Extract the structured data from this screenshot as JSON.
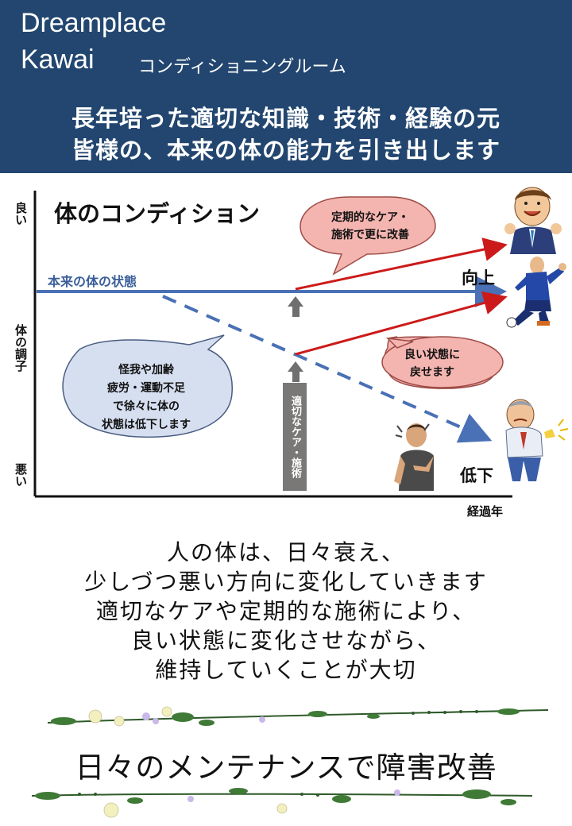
{
  "header": {
    "brand_line1": "Dreamplace",
    "brand_line2": "Kawai",
    "brand_sub": "コンディショニングルーム",
    "tagline_1": "長年培った適切な知識・技術・経験の元",
    "tagline_2": "皆様の、本来の体の能力を引き出します"
  },
  "diagram": {
    "title": "体のコンディション",
    "y_top": "良い",
    "y_mid": "体の調子",
    "y_bottom": "悪い",
    "x_label": "経過年",
    "ideal_label": "本来の体の状態",
    "up_label": "向上",
    "down_label": "低下",
    "bubble_regular": "定期的なケア・施術で更に改善",
    "bubble_regular_l1": "定期的なケア・",
    "bubble_regular_l2": "施術で更に改善",
    "bubble_good_l1": "良い状態に",
    "bubble_good_l2": "戻せます",
    "bubble_decline_l1": "怪我や加齢",
    "bubble_decline_l2": "疲労・運動不足",
    "bubble_decline_l3": "で徐々に体の",
    "bubble_decline_l4": "状態は低下します",
    "care_box": "適切なケア・施術",
    "colors": {
      "ideal_line": "#4a70b5",
      "improve_line": "#cc1a1a",
      "red_bubble": "#f4b5b0",
      "blue_bubble": "#d6dff0",
      "arrow_gray": "#6f6f6f"
    },
    "figure_icons": [
      "cheering-businessman-icon",
      "soccer-player-celebrating-icon",
      "man-with-back-pain-icon",
      "man-with-chest-pain-icon"
    ]
  },
  "message": {
    "line1": "人の体は、日々衰え、",
    "line2": "少しづつ悪い方向に変化していきます",
    "line3": "適切なケアや定期的な施術により、",
    "line4": "良い状態に変化させながら、",
    "line5": "維持していくことが大切"
  },
  "motto": "日々のメンテナンスで障害改善"
}
